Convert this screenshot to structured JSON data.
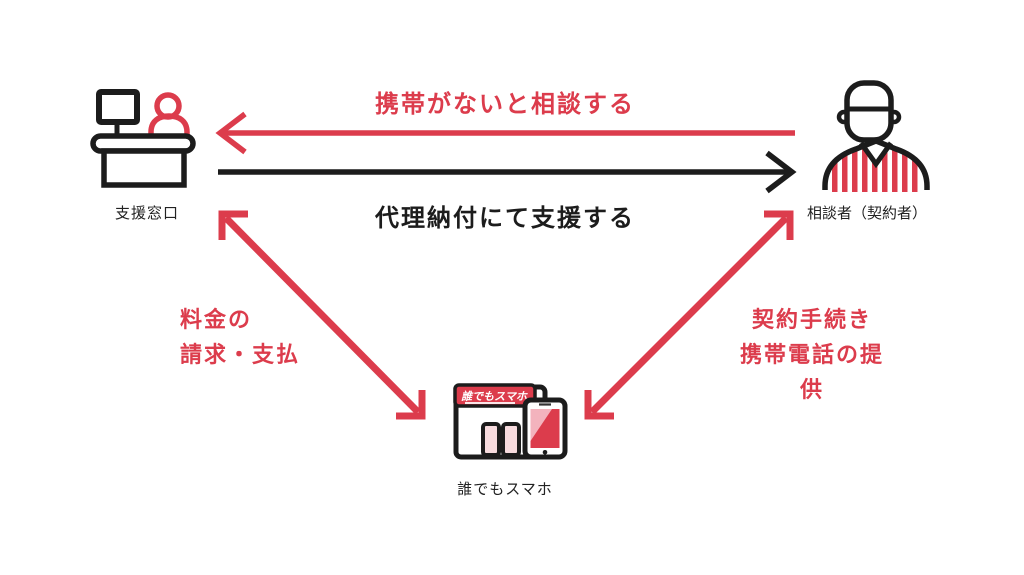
{
  "colors": {
    "accent_red": "#dc3c4c",
    "line_black": "#1c1c1c",
    "door_pink": "#f7dbde",
    "screen_highlight_pink": "#f3b3bd",
    "background": "#ffffff"
  },
  "nodes": {
    "support_desk": {
      "label": "支援窓口"
    },
    "contractor": {
      "label": "相談者（契約者）"
    },
    "store": {
      "label": "誰でもスマホ",
      "sign": "誰でもスマホ"
    }
  },
  "flows": {
    "consult": {
      "label": "携帯がないと相談する",
      "direction": "right-to-left",
      "color": "red"
    },
    "support": {
      "label": "代理納付にて支援する",
      "direction": "left-to-right",
      "color": "black"
    },
    "billing": {
      "line1": "料金の",
      "line2": "請求・支払",
      "direction": "bidirectional",
      "color": "red"
    },
    "contract": {
      "line1": "契約手続き",
      "line2": "携帯電話の提供",
      "direction": "bidirectional",
      "color": "red"
    }
  }
}
